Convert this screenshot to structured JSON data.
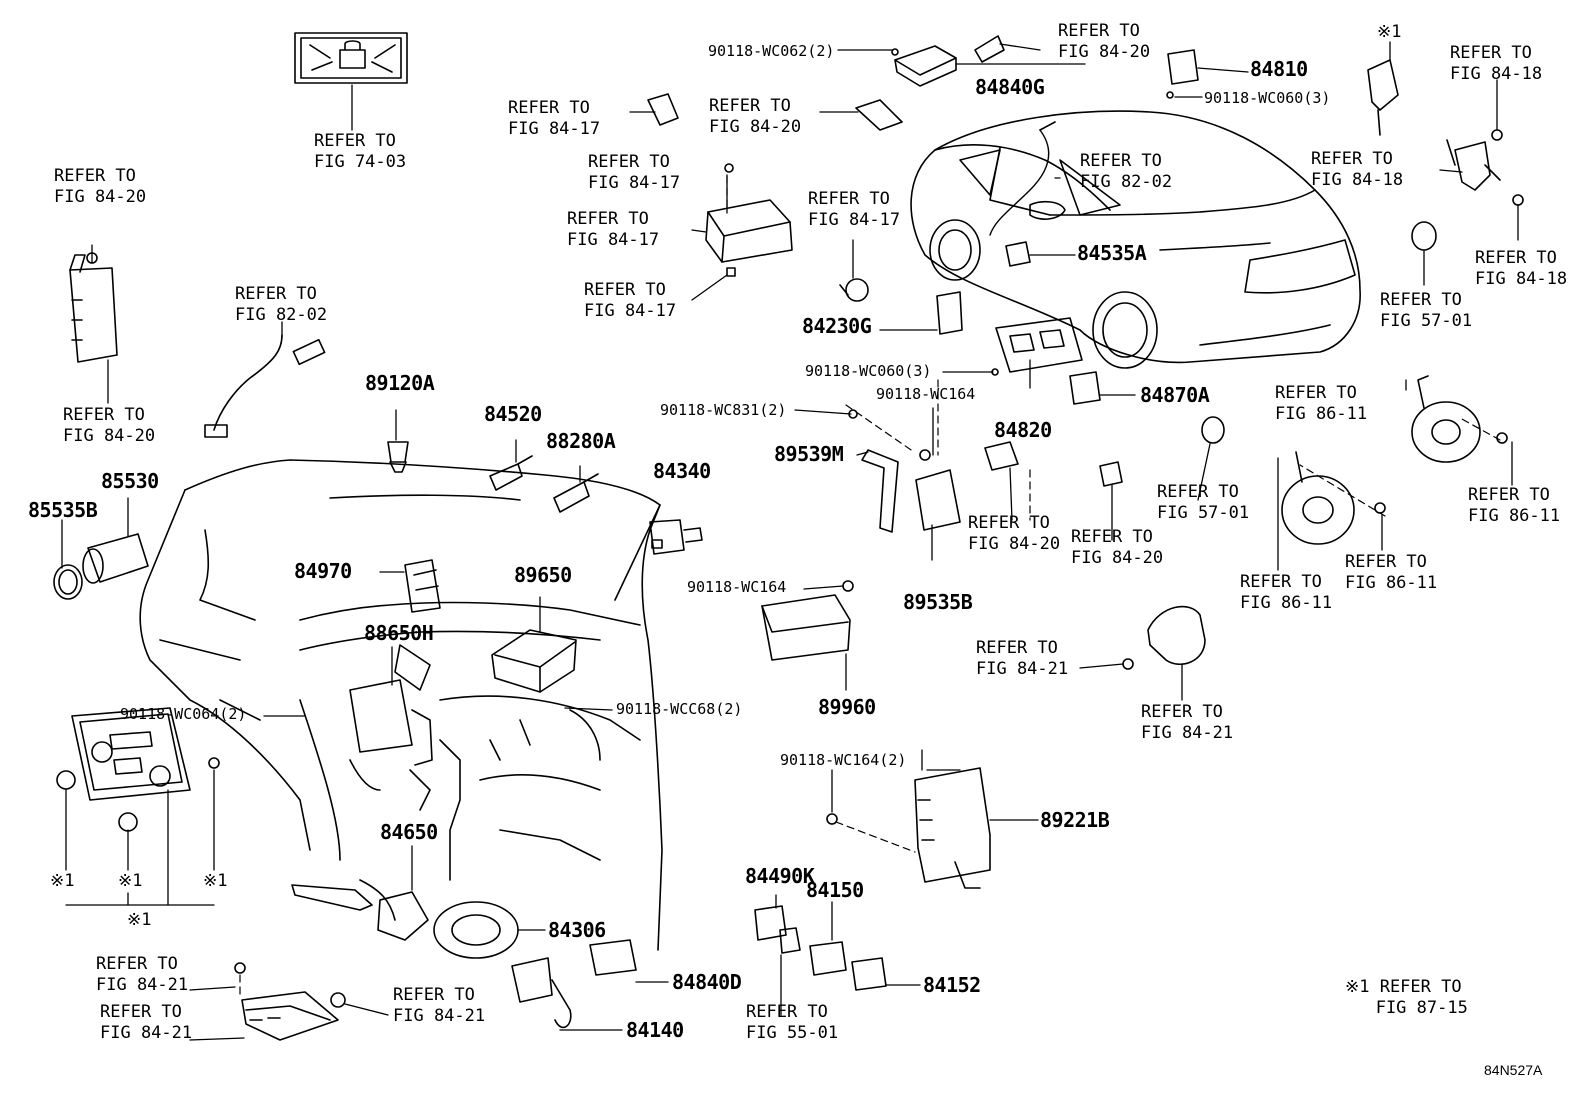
{
  "diagram_code": "84N527A",
  "refer": {
    "fig_74_03": "REFER TO\nFIG 74-03",
    "fig_84_20_left_top": "REFER TO\nFIG 84-20",
    "fig_84_20_left_bottom": "REFER TO\nFIG 84-20",
    "fig_82_02_left": "REFER TO\nFIG 82-02",
    "fig_84_17_a": "REFER TO\nFIG 84-17",
    "fig_84_20_b": "REFER TO\nFIG 84-20",
    "fig_84_17_b": "REFER TO\nFIG 84-17",
    "fig_84_17_c": "REFER TO\nFIG 84-17",
    "fig_84_17_d": "REFER TO\nFIG 84-17",
    "fig_84_17_e": "REFER TO\nFIG 84-17",
    "fig_84_20_c": "REFER TO\nFIG 84-20",
    "fig_82_02_car": "REFER TO\nFIG 82-02",
    "fig_84_18_a": "REFER TO\nFIG 84-18",
    "fig_84_18_b": "REFER TO\nFIG 84-18",
    "fig_84_18_c": "REFER TO\nFIG 84-18",
    "fig_57_01_a": "REFER TO\nFIG 57-01",
    "fig_57_01_b": "REFER TO\nFIG 57-01",
    "fig_86_11_a": "REFER TO\nFIG 86-11",
    "fig_86_11_b": "REFER TO\nFIG 86-11",
    "fig_86_11_c": "REFER TO\nFIG 86-11",
    "fig_86_11_d": "REFER TO\nFIG 86-11",
    "fig_84_20_d": "REFER TO\nFIG 84-20",
    "fig_84_20_e": "REFER TO\nFIG 84-20",
    "fig_84_21_a": "REFER TO\nFIG 84-21",
    "fig_84_21_b": "REFER TO\nFIG 84-21",
    "fig_84_21_c": "REFER TO\nFIG 84-21",
    "fig_84_21_d": "REFER TO\nFIG 84-21",
    "fig_84_21_e": "REFER TO\nFIG 84-21",
    "fig_55_01": "REFER TO\nFIG 55-01"
  },
  "bolts": {
    "wc062": "90118-WC062(2)",
    "wc060_top": "90118-WC060(3)",
    "wc060_mid": "90118-WC060(3)",
    "wc831": "90118-WC831(2)",
    "wc164_a": "90118-WC164",
    "wc164_b": "90118-WC164",
    "wc064": "90118-WC064(2)",
    "wcc68": "90118-WCC68(2)",
    "wc164_c": "90118-WC164(2)"
  },
  "parts": {
    "p84840G": "84840G",
    "p84810": "84810",
    "p84535A": "84535A",
    "p84230G": "84230G",
    "p84820": "84820",
    "p84870A": "84870A",
    "p89539M": "89539M",
    "p89535B": "89535B",
    "p89120A": "89120A",
    "p84520": "84520",
    "p88280A": "88280A",
    "p84340": "84340",
    "p85530": "85530",
    "p85535B": "85535B",
    "p84970": "84970",
    "p89650": "89650",
    "p88650H": "88650H",
    "p89960": "89960",
    "p89221B": "89221B",
    "p84650": "84650",
    "p84306": "84306",
    "p84840D": "84840D",
    "p84140": "84140",
    "p84490K": "84490K",
    "p84150": "84150",
    "p84152": "84152"
  },
  "notes": {
    "n1_top": "※1",
    "n1_a": "※1",
    "n1_b": "※1",
    "n1_c": "※1",
    "n1_group": "※1",
    "legend": "※1 REFER TO\n   FIG 87-15"
  }
}
